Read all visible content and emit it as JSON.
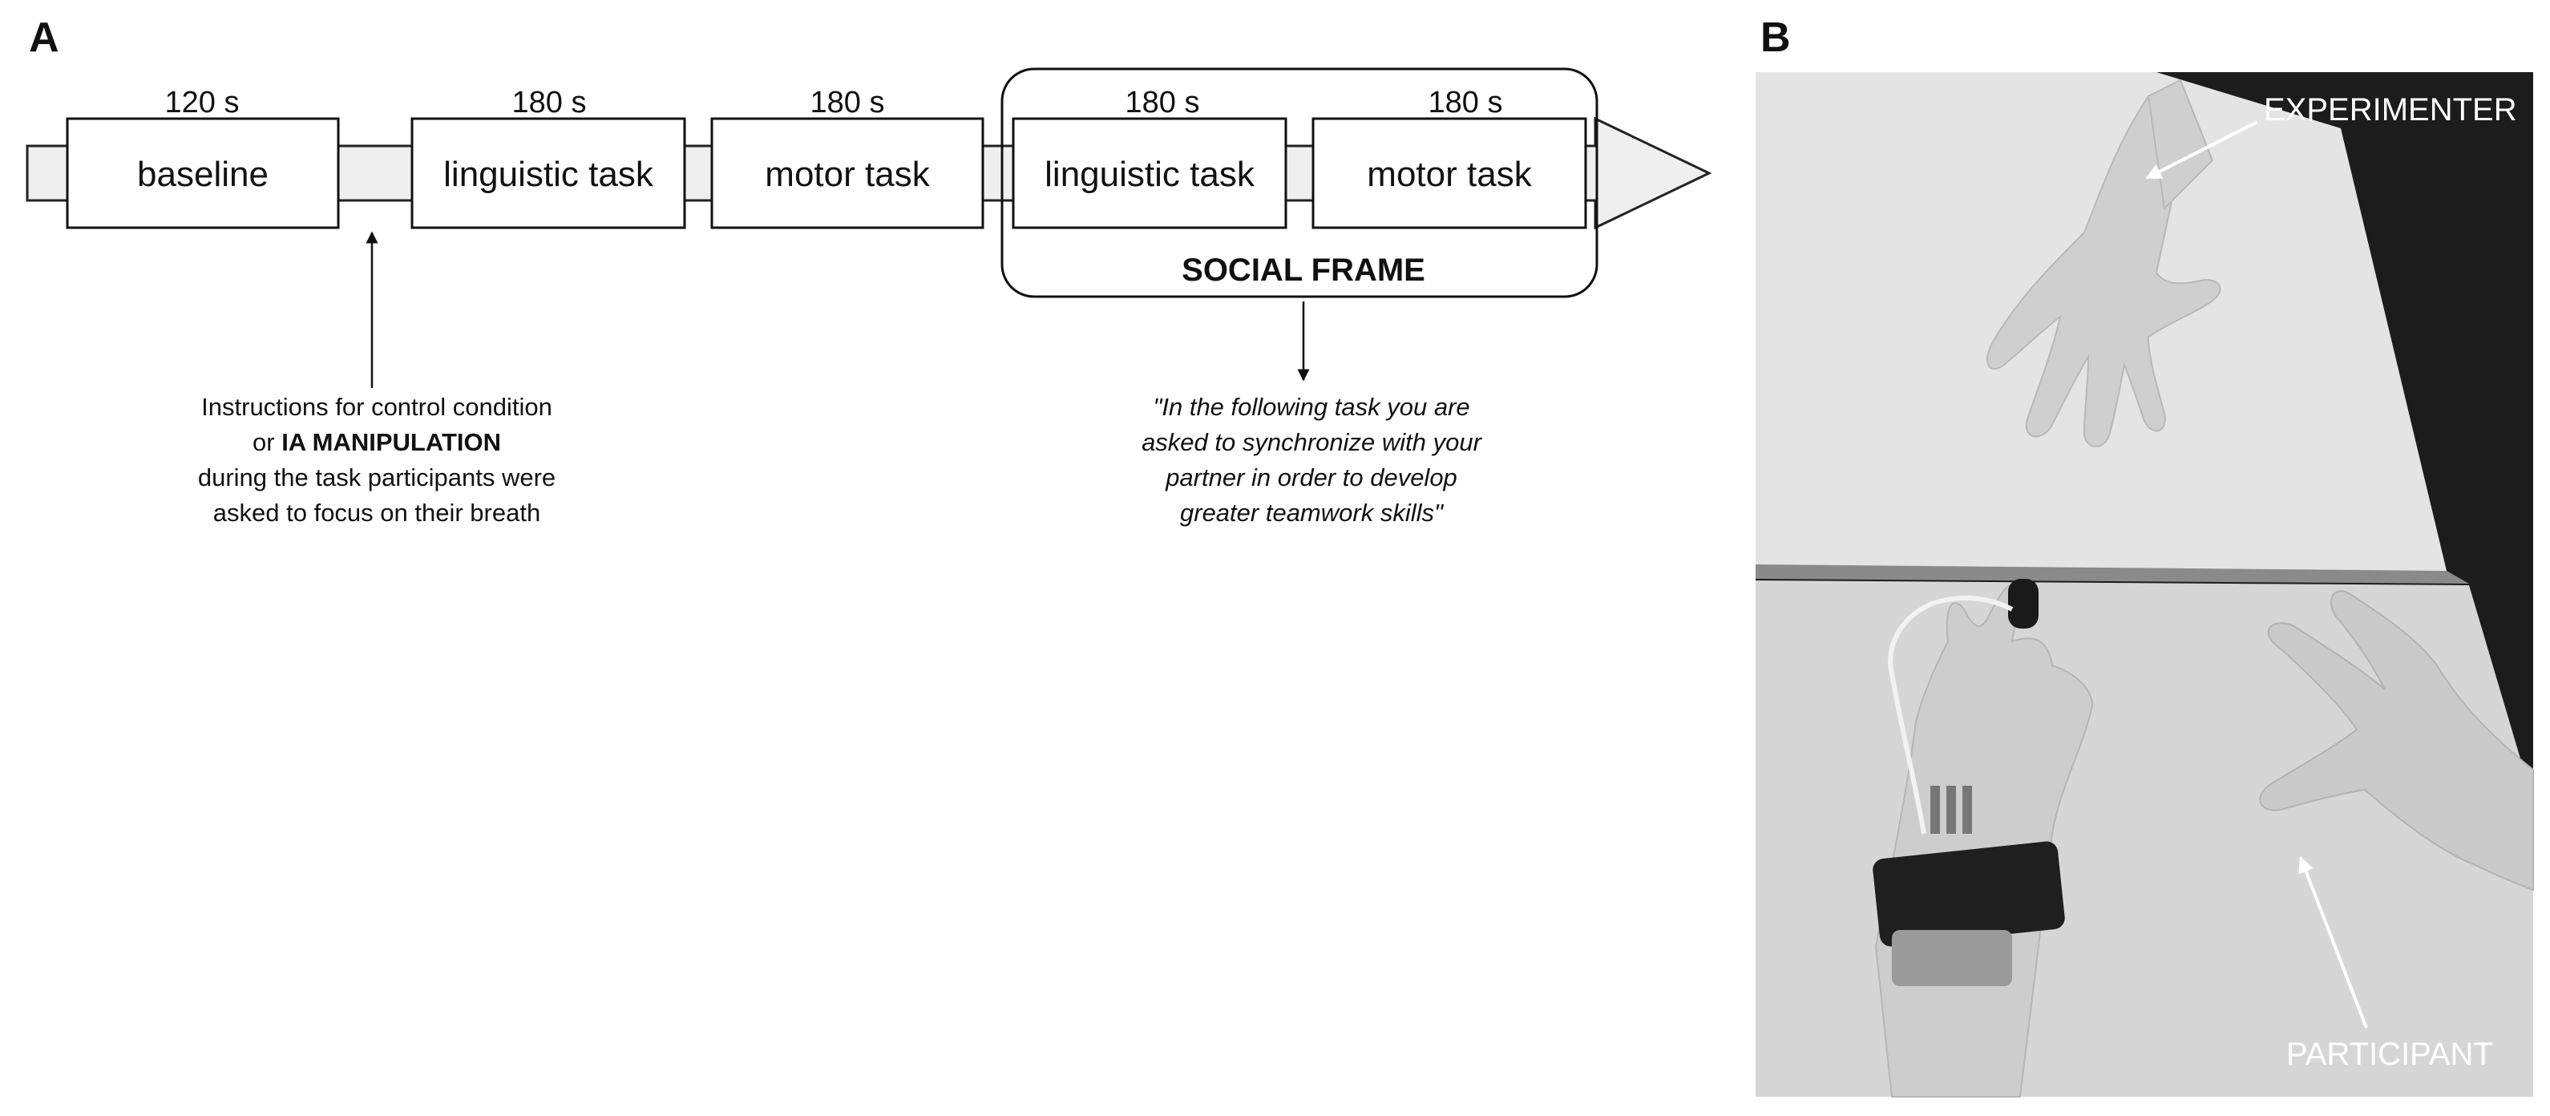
{
  "panels": {
    "a": "A",
    "b": "B"
  },
  "timeline": {
    "blocks": [
      {
        "duration": "120 s",
        "label": "baseline"
      },
      {
        "duration": "180 s",
        "label": "linguistic task"
      },
      {
        "duration": "180 s",
        "label": "motor task"
      },
      {
        "duration": "180 s",
        "label": "linguistic task"
      },
      {
        "duration": "180 s",
        "label": "motor task"
      }
    ],
    "social_frame_label": "SOCIAL FRAME"
  },
  "instructions_note": {
    "line1": "Instructions for control condition",
    "line2_prefix": "or ",
    "line2_bold": "IA MANIPULATION",
    "line3": "during the task participants were",
    "line4": "asked to focus on their breath"
  },
  "social_quote": {
    "line1": "\"In the following task you are",
    "line2": "asked to synchronize with your",
    "line3": "partner in order to develop",
    "line4": "greater teamwork skills\""
  },
  "photo": {
    "experimenter_label": "EXPERIMENTER",
    "participant_label": "PARTICIPANT",
    "colors": {
      "upper_table": "#e4e4e4",
      "lower_table": "#d6d6d6",
      "background": "#1c1c1c",
      "skin": "#c9c9c9"
    }
  }
}
